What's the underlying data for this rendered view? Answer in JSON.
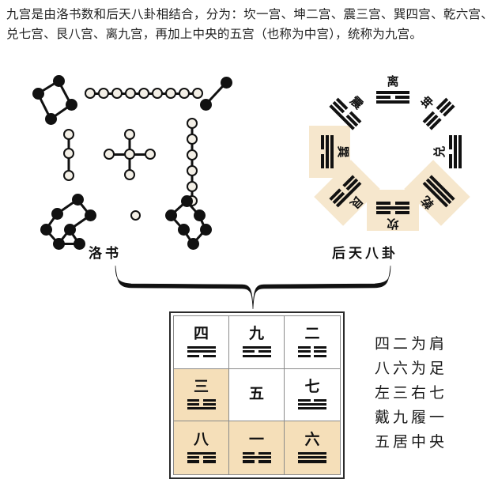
{
  "intro": {
    "text": "九宫是由洛书数和后天八卦相结合，分为：坎一宫、坤二宫、震三宫、巽四宫、乾六宫、兑七宫、艮八宫、离九宫，再加上中央的五宫（也称为中宫），统称为九宫。"
  },
  "luoshu": {
    "caption": "洛书",
    "groups": [
      {
        "name": "four",
        "number": 4,
        "color": "black",
        "position": "top-left"
      },
      {
        "name": "nine",
        "number": 9,
        "color": "white",
        "position": "top-center"
      },
      {
        "name": "two",
        "number": 2,
        "color": "black",
        "position": "top-right"
      },
      {
        "name": "three",
        "number": 3,
        "color": "white",
        "position": "middle-left"
      },
      {
        "name": "five",
        "number": 5,
        "color": "white",
        "position": "center"
      },
      {
        "name": "seven",
        "number": 7,
        "color": "white",
        "position": "middle-right"
      },
      {
        "name": "eight",
        "number": 8,
        "color": "black",
        "position": "bottom-left"
      },
      {
        "name": "one",
        "number": 1,
        "color": "white",
        "position": "bottom-center"
      },
      {
        "name": "six",
        "number": 6,
        "color": "black",
        "position": "bottom-right"
      }
    ]
  },
  "bagua": {
    "caption": "后天八卦",
    "highlight_color": "#f6e7cd",
    "trigrams": [
      {
        "label": "离",
        "position": "top",
        "lines": [
          "solid",
          "broken",
          "solid"
        ],
        "highlighted": false
      },
      {
        "label": "坤",
        "position": "top-right",
        "lines": [
          "broken",
          "broken",
          "broken"
        ],
        "highlighted": false
      },
      {
        "label": "兑",
        "position": "right",
        "lines": [
          "broken",
          "solid",
          "solid"
        ],
        "highlighted": false
      },
      {
        "label": "乾",
        "position": "bottom-right",
        "lines": [
          "solid",
          "solid",
          "solid"
        ],
        "highlighted": true
      },
      {
        "label": "坎",
        "position": "bottom",
        "lines": [
          "broken",
          "solid",
          "broken"
        ],
        "highlighted": true
      },
      {
        "label": "艮",
        "position": "bottom-left",
        "lines": [
          "solid",
          "broken",
          "broken"
        ],
        "highlighted": true
      },
      {
        "label": "巽",
        "position": "left",
        "lines": [
          "solid",
          "solid",
          "broken"
        ],
        "highlighted": true
      },
      {
        "label": "震",
        "position": "top-left",
        "lines": [
          "broken",
          "broken",
          "solid"
        ],
        "highlighted": false
      }
    ]
  },
  "magic_square": {
    "shade_color": "#f5dfb9",
    "cells": [
      {
        "num": "四",
        "lines": [
          "solid",
          "solid",
          "broken"
        ],
        "shaded": false
      },
      {
        "num": "九",
        "lines": [
          "solid",
          "broken",
          "solid"
        ],
        "shaded": false
      },
      {
        "num": "二",
        "lines": [
          "broken",
          "broken",
          "broken"
        ],
        "shaded": false
      },
      {
        "num": "三",
        "lines": [
          "broken",
          "broken",
          "solid"
        ],
        "shaded": true
      },
      {
        "num": "五",
        "lines": [],
        "shaded": false
      },
      {
        "num": "七",
        "lines": [
          "broken",
          "solid",
          "solid"
        ],
        "shaded": false
      },
      {
        "num": "八",
        "lines": [
          "solid",
          "broken",
          "broken"
        ],
        "shaded": true
      },
      {
        "num": "一",
        "lines": [
          "broken",
          "solid",
          "broken"
        ],
        "shaded": true
      },
      {
        "num": "六",
        "lines": [
          "solid",
          "solid",
          "solid"
        ],
        "shaded": true
      }
    ]
  },
  "verse": {
    "lines": [
      "四二为肩",
      "八六为足",
      "左三右七",
      "戴九履一",
      "五居中央"
    ]
  }
}
